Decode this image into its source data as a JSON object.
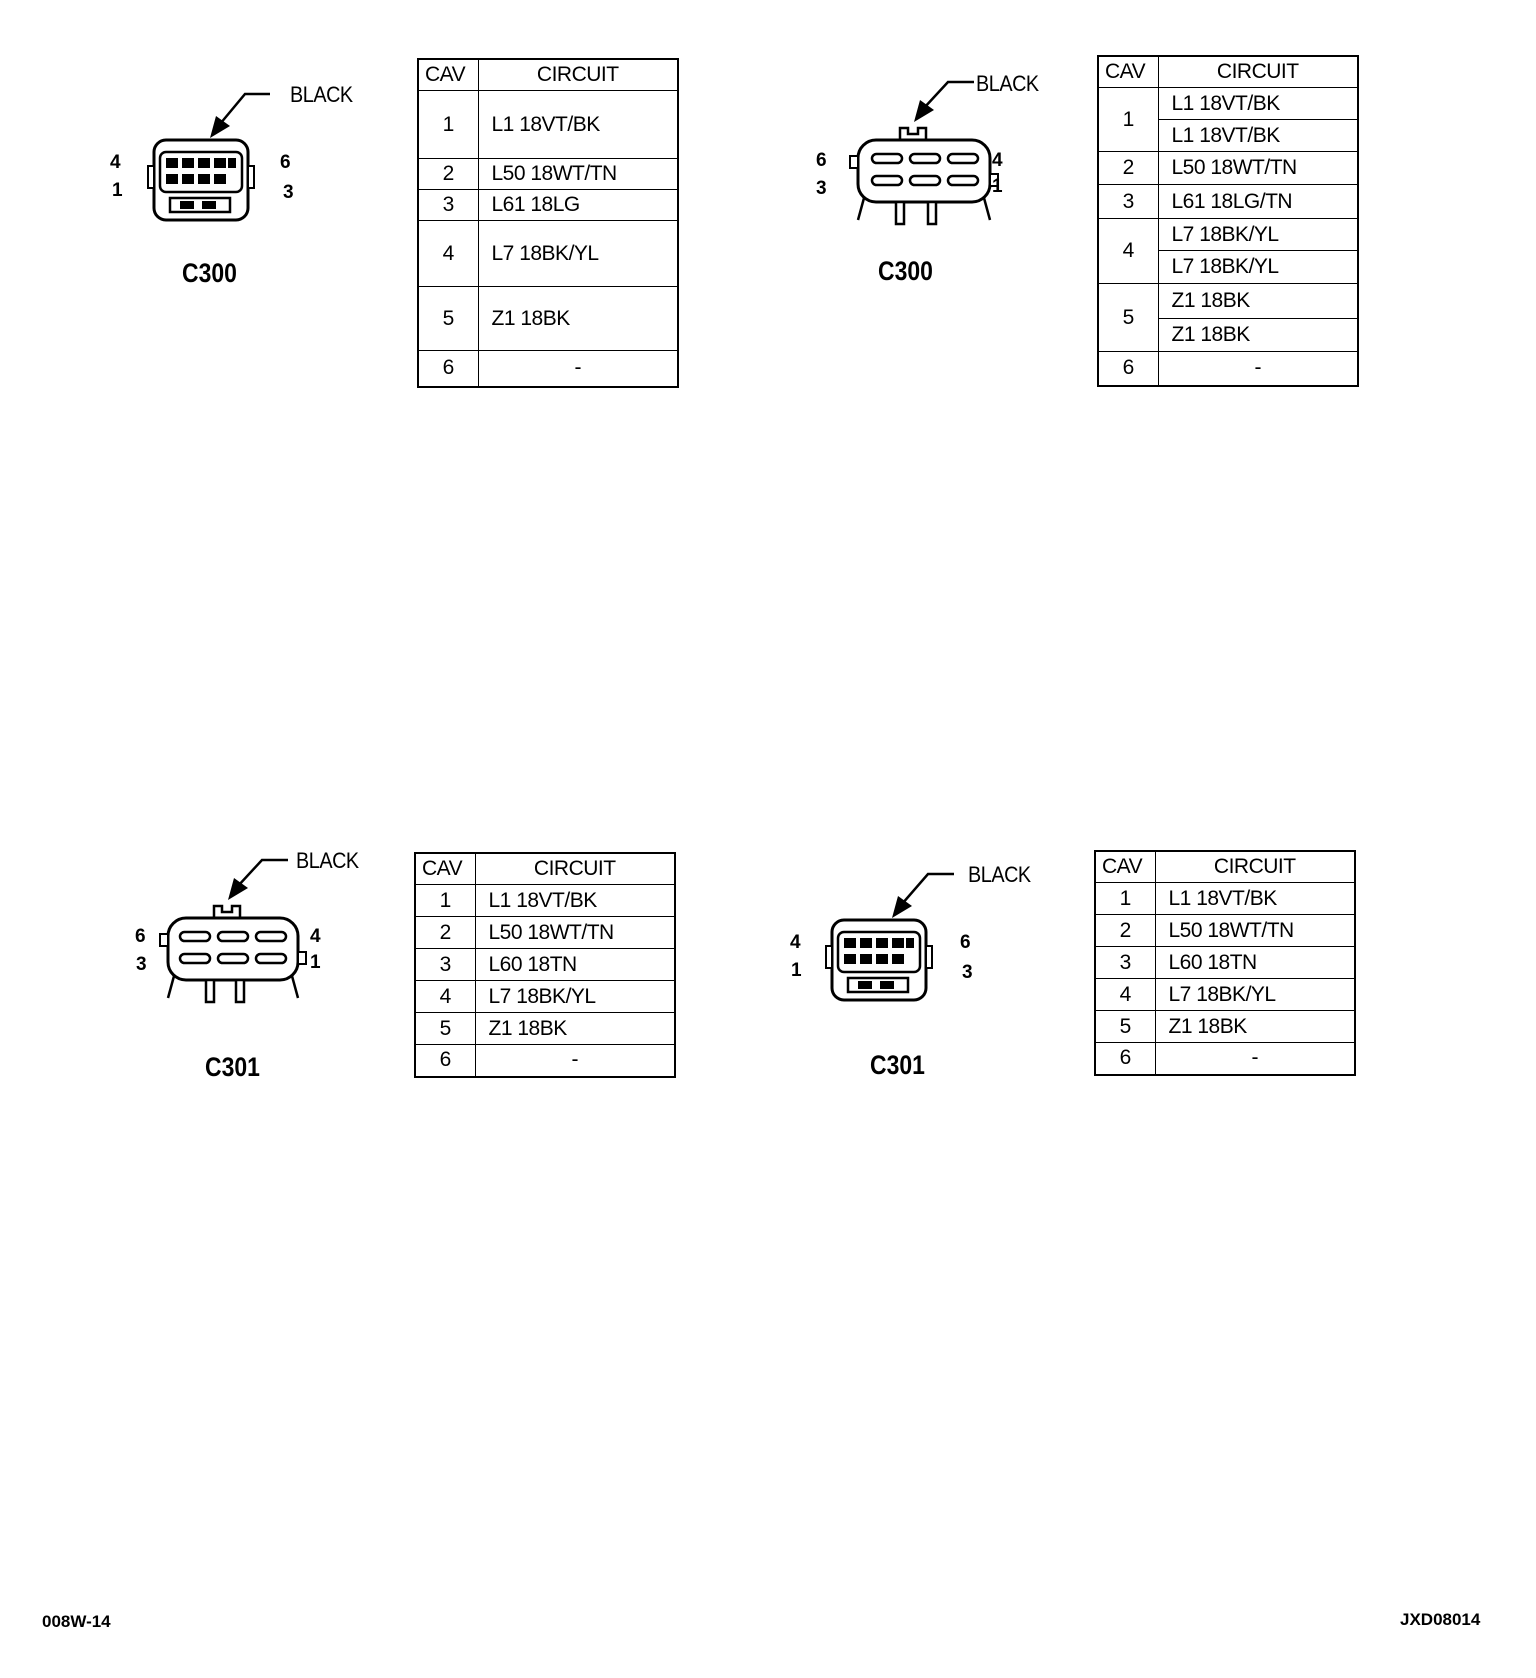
{
  "headers": {
    "cav": "CAV",
    "circuit": "CIRCUIT"
  },
  "connectors": [
    {
      "name": "C300",
      "color": "BLACK",
      "pins": {
        "tl": "4",
        "bl": "1",
        "tr": "6",
        "br": "3"
      },
      "rows": [
        {
          "cav": "1",
          "circuits": [
            "L1 18VT/BK"
          ]
        },
        {
          "cav": "2",
          "circuits": [
            "L50 18WT/TN"
          ]
        },
        {
          "cav": "3",
          "circuits": [
            "L61 18LG"
          ]
        },
        {
          "cav": "4",
          "circuits": [
            "L7 18BK/YL"
          ]
        },
        {
          "cav": "5",
          "circuits": [
            "Z1 18BK"
          ]
        },
        {
          "cav": "6",
          "circuits": [
            "-"
          ]
        }
      ]
    },
    {
      "name": "C300",
      "color": "BLACK",
      "pins": {
        "tl": "6",
        "bl": "3",
        "tr": "4",
        "br": "1"
      },
      "rows": [
        {
          "cav": "1",
          "circuits": [
            "L1 18VT/BK",
            "L1 18VT/BK"
          ]
        },
        {
          "cav": "2",
          "circuits": [
            "L50 18WT/TN"
          ]
        },
        {
          "cav": "3",
          "circuits": [
            "L61 18LG/TN"
          ]
        },
        {
          "cav": "4",
          "circuits": [
            "L7 18BK/YL",
            "L7 18BK/YL"
          ]
        },
        {
          "cav": "5",
          "circuits": [
            "Z1 18BK",
            "Z1 18BK"
          ]
        },
        {
          "cav": "6",
          "circuits": [
            "-"
          ]
        }
      ]
    },
    {
      "name": "C301",
      "color": "BLACK",
      "pins": {
        "tl": "6",
        "bl": "3",
        "tr": "4",
        "br": "1"
      },
      "rows": [
        {
          "cav": "1",
          "circuits": [
            "L1 18VT/BK"
          ]
        },
        {
          "cav": "2",
          "circuits": [
            "L50 18WT/TN"
          ]
        },
        {
          "cav": "3",
          "circuits": [
            "L60 18TN"
          ]
        },
        {
          "cav": "4",
          "circuits": [
            "L7 18BK/YL"
          ]
        },
        {
          "cav": "5",
          "circuits": [
            "Z1 18BK"
          ]
        },
        {
          "cav": "6",
          "circuits": [
            "-"
          ]
        }
      ]
    },
    {
      "name": "C301",
      "color": "BLACK",
      "pins": {
        "tl": "4",
        "bl": "1",
        "tr": "6",
        "br": "3"
      },
      "rows": [
        {
          "cav": "1",
          "circuits": [
            "L1 18VT/BK"
          ]
        },
        {
          "cav": "2",
          "circuits": [
            "L50 18WT/TN"
          ]
        },
        {
          "cav": "3",
          "circuits": [
            "L60 18TN"
          ]
        },
        {
          "cav": "4",
          "circuits": [
            "L7 18BK/YL"
          ]
        },
        {
          "cav": "5",
          "circuits": [
            "Z1 18BK"
          ]
        },
        {
          "cav": "6",
          "circuits": [
            "-"
          ]
        }
      ]
    }
  ],
  "footer": {
    "left": "008W-14",
    "right": "JXD08014"
  }
}
